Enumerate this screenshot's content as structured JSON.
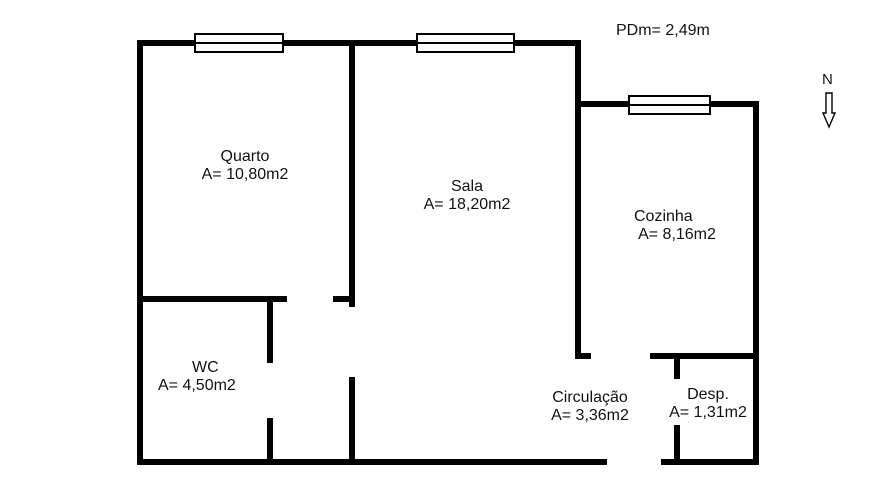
{
  "title": "PDm= 2,49m",
  "north_label": "N",
  "colors": {
    "wall": "#000000",
    "window_fill": "#ffffff",
    "background": "#ffffff",
    "text": "#111111"
  },
  "rooms": {
    "quarto": {
      "name": "Quarto",
      "area": "A= 10,80m2"
    },
    "sala": {
      "name": "Sala",
      "area": "A= 18,20m2"
    },
    "cozinha": {
      "name": "Cozinha",
      "area": "A= 8,16m2"
    },
    "wc": {
      "name": "WC",
      "area": "A= 4,50m2"
    },
    "circulacao": {
      "name": "Circulação",
      "area": "A= 3,36m2"
    },
    "desp": {
      "name": "Desp.",
      "area": "A= 1,31m2"
    }
  }
}
